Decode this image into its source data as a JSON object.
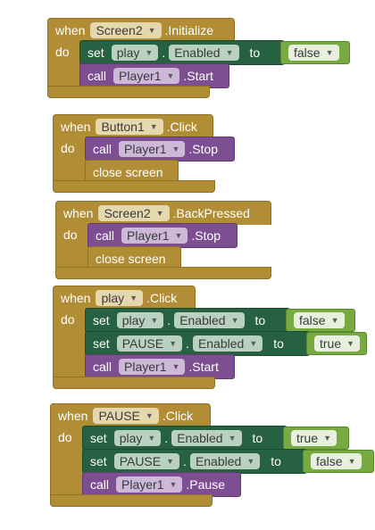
{
  "blocks": {
    "b1": {
      "when": "when",
      "component": "Screen2",
      "event": ".Initialize",
      "do": "do",
      "s1": {
        "kw": "set",
        "comp": "play",
        "prop": "Enabled",
        "to": "to",
        "val": "false"
      },
      "s2": {
        "kw": "call",
        "comp": "Player1",
        "method": ".Start"
      }
    },
    "b2": {
      "when": "when",
      "component": "Button1",
      "event": ".Click",
      "do": "do",
      "s1": {
        "kw": "call",
        "comp": "Player1",
        "method": ".Stop"
      },
      "s2": {
        "text": "close screen"
      }
    },
    "b3": {
      "when": "when",
      "component": "Screen2",
      "event": ".BackPressed",
      "do": "do",
      "s1": {
        "kw": "call",
        "comp": "Player1",
        "method": ".Stop"
      },
      "s2": {
        "text": "close screen"
      }
    },
    "b4": {
      "when": "when",
      "component": "play",
      "event": ".Click",
      "do": "do",
      "s1": {
        "kw": "set",
        "comp": "play",
        "prop": "Enabled",
        "to": "to",
        "val": "false"
      },
      "s2": {
        "kw": "set",
        "comp": "PAUSE",
        "prop": "Enabled",
        "to": "to",
        "val": "true"
      },
      "s3": {
        "kw": "call",
        "comp": "Player1",
        "method": ".Start"
      }
    },
    "b5": {
      "when": "when",
      "component": "PAUSE",
      "event": ".Click",
      "do": "do",
      "s1": {
        "kw": "set",
        "comp": "play",
        "prop": "Enabled",
        "to": "to",
        "val": "true"
      },
      "s2": {
        "kw": "set",
        "comp": "PAUSE",
        "prop": "Enabled",
        "to": "to",
        "val": "false"
      },
      "s3": {
        "kw": "call",
        "comp": "Player1",
        "method": ".Pause"
      }
    }
  }
}
